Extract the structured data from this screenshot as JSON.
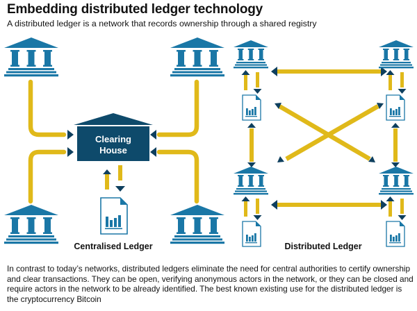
{
  "header": {
    "title": "Embedding distributed ledger technology",
    "subtitle": "A distributed ledger is a network that records ownership through a shared registry"
  },
  "centralised": {
    "hub_line1": "Clearing",
    "hub_line2": "House",
    "label": "Centralised Ledger",
    "nodes": [
      "bank-top-left",
      "bank-top-right",
      "bank-bottom-left",
      "bank-bottom-right"
    ]
  },
  "distributed": {
    "label": "Distributed Ledger",
    "nodes": [
      "bank-top-left",
      "bank-top-right",
      "bank-bottom-left",
      "bank-bottom-right"
    ]
  },
  "colors": {
    "bank_blue": "#1a77a6",
    "hub_navy": "#0e4a6b",
    "arrow_yellow": "#e0b91a",
    "arrowhead_navy": "#0e3f5e"
  },
  "icons": {
    "bank": "bank-icon",
    "ledger": "ledger-document-icon"
  },
  "footer": {
    "text": "In contrast to today’s networks, distributed ledgers eliminate the need for central authorities to certify ownership and clear transactions. They can be open, verifying anonymous actors in the network, or they can be closed and require actors in the network to be already identified. The best known existing use for the distributed ledger is the cryptocurrency Bitcoin"
  }
}
